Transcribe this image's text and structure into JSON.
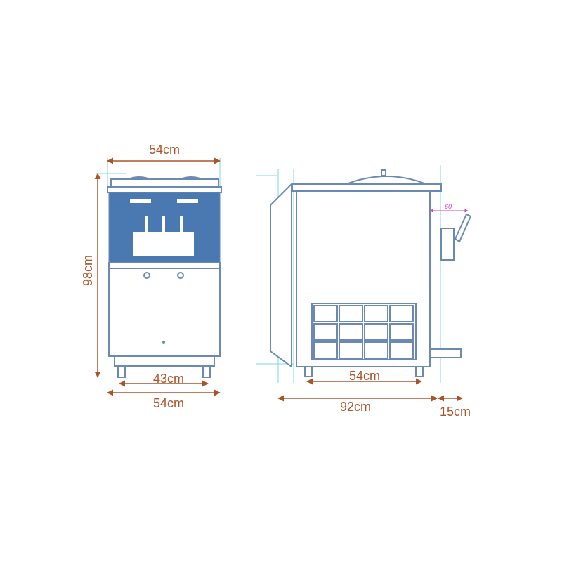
{
  "title": "Ice cream machine dimensions diagram",
  "colors": {
    "dimension": "#a8552a",
    "outline": "#6a8ab5",
    "panel": "#4a78b0",
    "guide": "#7fd6e0",
    "accent": "#d040c0"
  },
  "front_view": {
    "top_width": "54cm",
    "height": "98cm",
    "feet_span": "43cm",
    "base_width": "54cm"
  },
  "side_view": {
    "feet_span": "54cm",
    "depth": "92cm",
    "drip_tray": "15cm",
    "handle_clearance": "60"
  }
}
